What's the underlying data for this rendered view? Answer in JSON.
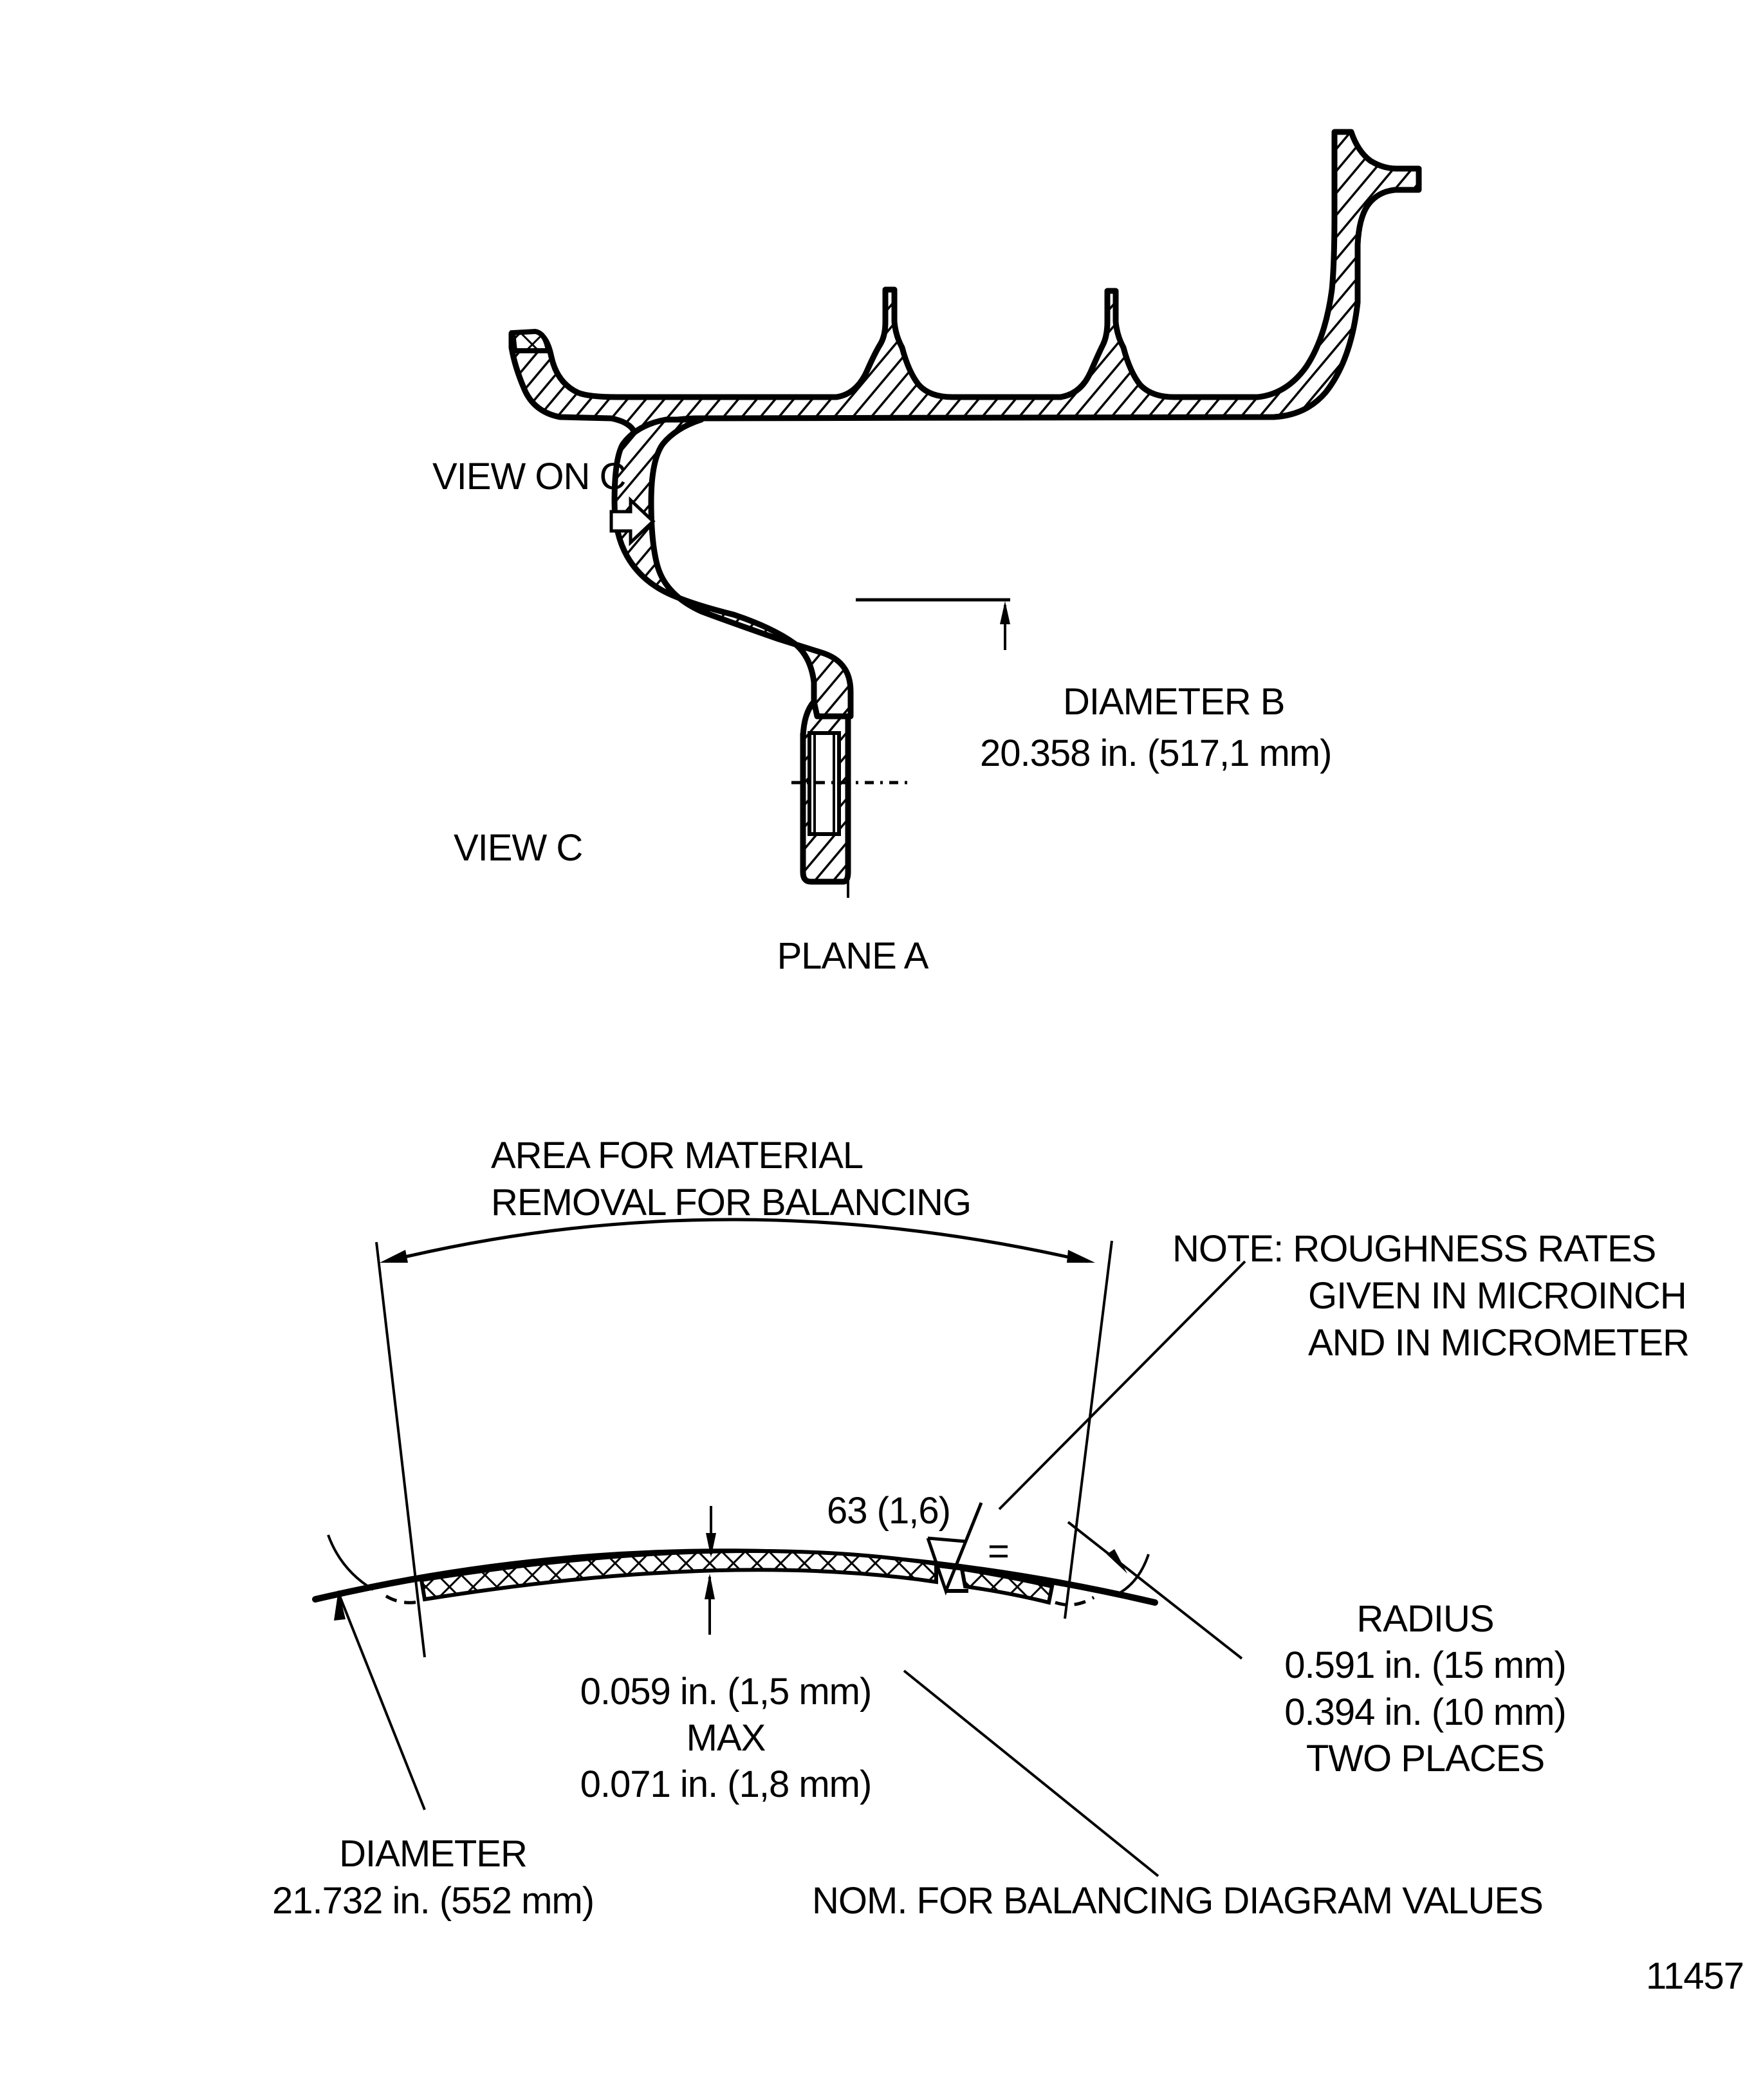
{
  "figure_id": "11457",
  "upper_view": {
    "view_on_label": "VIEW ON C",
    "view_label": "VIEW C",
    "plane_label": "PLANE A",
    "diameter_b": {
      "label": "DIAMETER B",
      "value": "20.358 in. (517,1 mm)"
    }
  },
  "lower_view": {
    "area_label_line1": "AREA FOR MATERIAL",
    "area_label_line2": "REMOVAL FOR BALANCING",
    "note": {
      "line1": "NOTE: ROUGHNESS RATES",
      "line2": "GIVEN IN MICROINCH",
      "line3": "AND IN MICROMETER"
    },
    "roughness_symbol": {
      "value": "63 (1,6)",
      "lay_symbol": "="
    },
    "depth": {
      "nominal": "0.059 in. (1,5 mm)",
      "max_label": "MAX",
      "max_value": "0.071 in. (1,8 mm)"
    },
    "radius": {
      "label": "RADIUS",
      "value1": "0.591 in. (15 mm)",
      "value2": "0.394 in. (10 mm)",
      "qualifier": "TWO PLACES"
    },
    "diameter": {
      "label": "DIAMETER",
      "value": "21.732 in. (552 mm)"
    },
    "nom_label": "NOM. FOR BALANCING DIAGRAM VALUES"
  }
}
